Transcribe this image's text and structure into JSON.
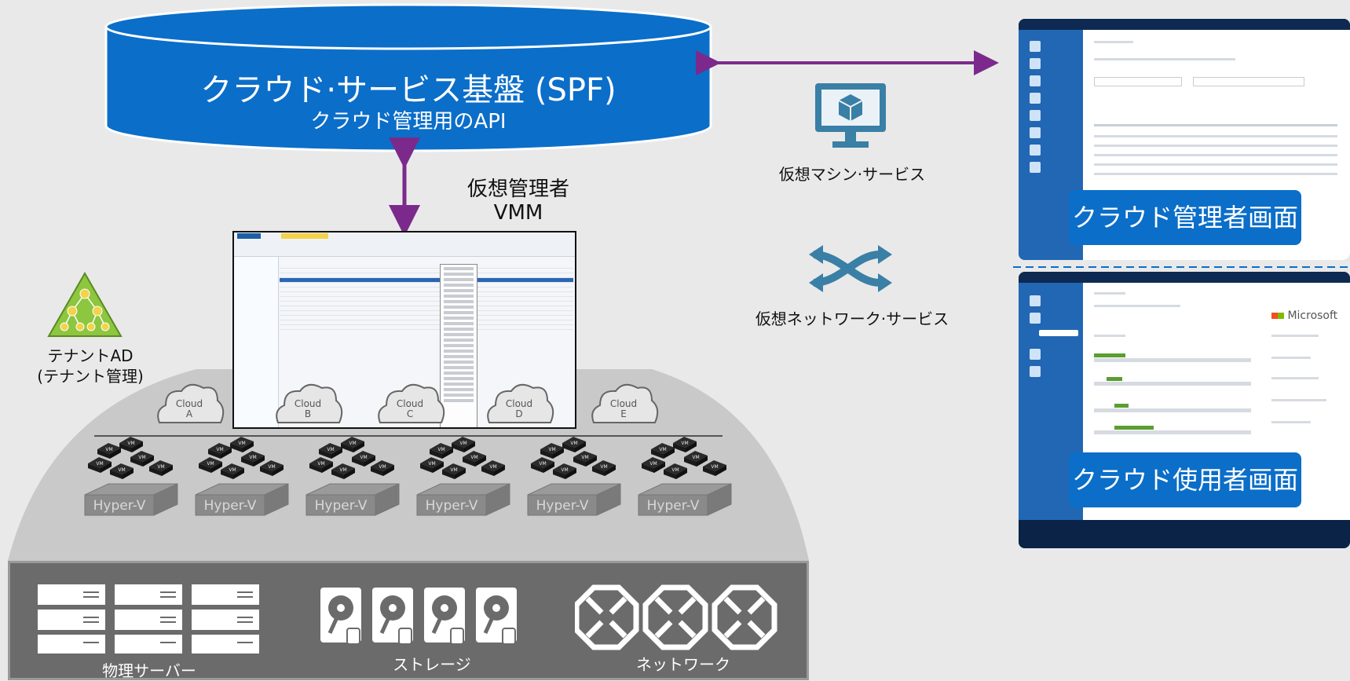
{
  "spf": {
    "title": "クラウド·サービス基盤 (SPF)",
    "subtitle": "クラウド管理用のAPI"
  },
  "vmm": {
    "label_line1": "仮想管理者",
    "label_line2": "VMM"
  },
  "tenant": {
    "label_line1": "テナントAD",
    "label_line2": "(テナント管理)"
  },
  "clouds": [
    {
      "line1": "Cloud",
      "line2": "A"
    },
    {
      "line1": "Cloud",
      "line2": "B"
    },
    {
      "line1": "Cloud",
      "line2": "C"
    },
    {
      "line1": "Cloud",
      "line2": "D"
    },
    {
      "line1": "Cloud",
      "line2": "E"
    }
  ],
  "hosts": {
    "label": "Hyper-V",
    "vm_label": "VM",
    "count": 6
  },
  "hardware": {
    "servers": "物理サーバー",
    "storage": "ストレージ",
    "network": "ネットワーク"
  },
  "services": {
    "vm": "仮想マシン·サービス",
    "network": "仮想ネットワーク·サービス"
  },
  "panels": {
    "admin": "クラウド管理者画面",
    "user": "クラウド使用者画面",
    "brand": "Microsoft"
  },
  "colors": {
    "blue": "#0b6ec9",
    "purple": "#7b2a8c",
    "green": "#8dc63f",
    "panel_dark": "#0e2a52",
    "icon_teal": "#3a7fa5"
  }
}
